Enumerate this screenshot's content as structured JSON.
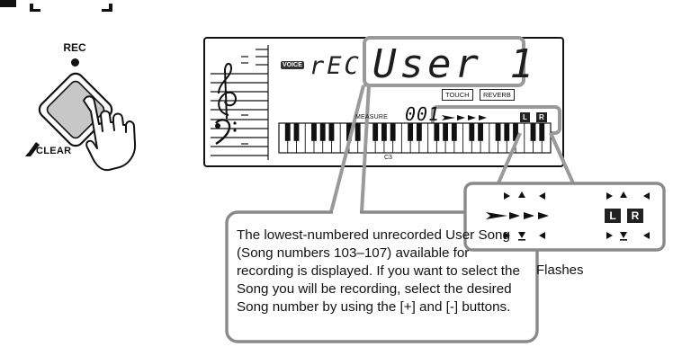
{
  "keyboard": {
    "rec_label": "REC",
    "clear_label": "CLEAR"
  },
  "lcd": {
    "voice_tag": "VOICE",
    "mode_text": "rEC",
    "song_name": "User 1",
    "touch_tag": "TOUCH",
    "reverb_tag": "REVERB",
    "measure_label": "MEASURE",
    "measure_value": "001",
    "track_left": "L",
    "track_right": "R",
    "key_label": "C3"
  },
  "callout": {
    "text": "The lowest-numbered unrecorded User Song (Song numbers 103–107) available for recording is displayed. If you want to select the Song you will be recording, select the desired Song number by using the [+] and [-] buttons."
  },
  "flash_panel": {
    "left_indicator": "L",
    "right_indicator": "R",
    "caption": "Flashes"
  },
  "colors": {
    "callout_border": "#8a8a8a",
    "button_fill": "#c7c7c7",
    "lcd_highlight": "#9a9a9a"
  }
}
